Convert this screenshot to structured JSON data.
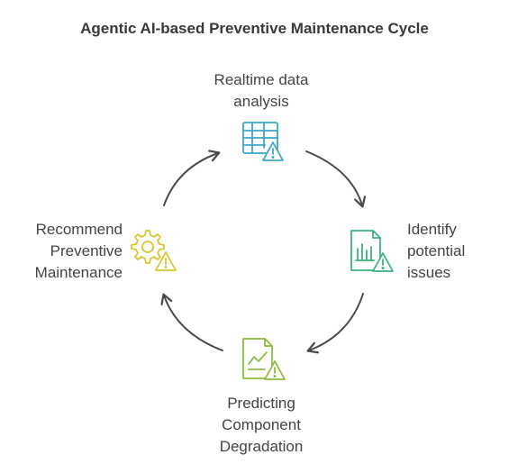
{
  "title": "Agentic AI-based Preventive Maintenance Cycle",
  "steps": [
    {
      "lines": [
        "Realtime data",
        "analysis"
      ],
      "icon": "table-warning-icon",
      "color": "#3aa7c9"
    },
    {
      "lines": [
        "Identify",
        "potential",
        "issues"
      ],
      "icon": "document-chart-warning-icon",
      "color": "#3bb37e"
    },
    {
      "lines": [
        "Predicting",
        "Component",
        "Degradation"
      ],
      "icon": "document-line-chart-warning-icon",
      "color": "#8cbd3f"
    },
    {
      "lines": [
        "Recommend",
        "Preventive",
        "Maintenance"
      ],
      "icon": "gear-warning-icon",
      "color": "#d8c72a"
    }
  ],
  "arrow_color": "#4a4a4a"
}
